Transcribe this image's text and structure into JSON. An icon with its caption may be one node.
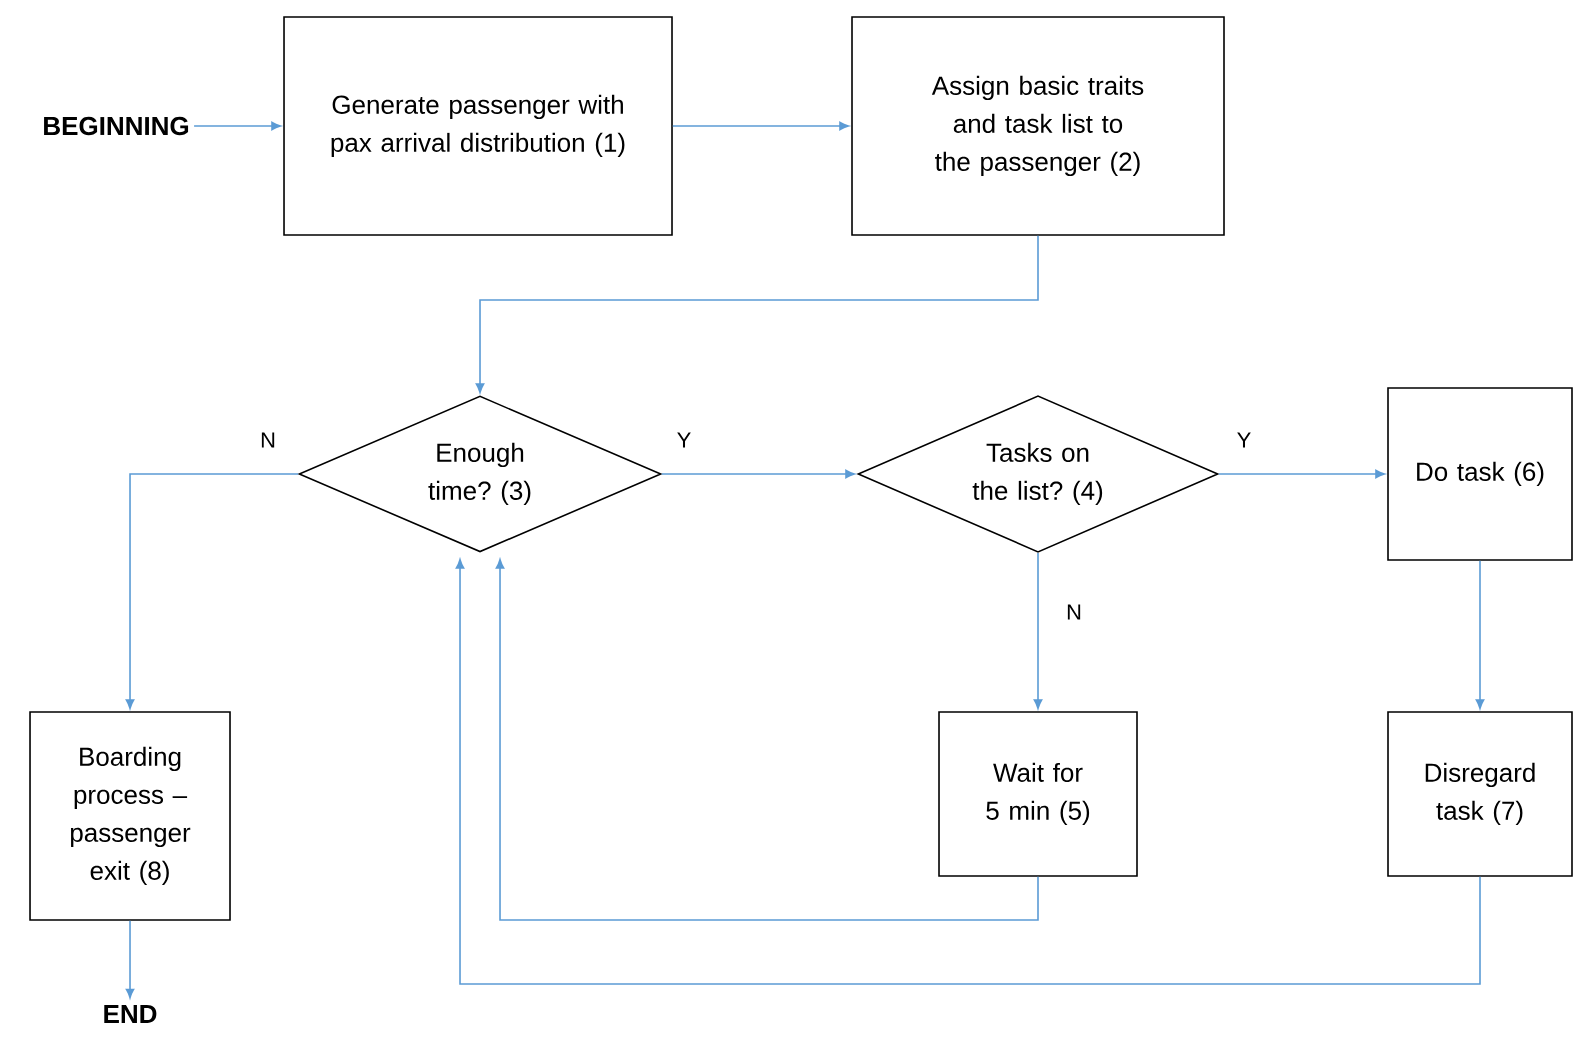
{
  "diagram": {
    "nodes": [
      {
        "text": [
          "BEGINNING"
        ]
      },
      {
        "text": [
          "Generate passenger with pax arrival distribution (1)"
        ]
      },
      {
        "text": [
          "Assign basic traits and task list to the passenger (2)"
        ]
      },
      {
        "text": [
          "Enough time? (3)"
        ]
      },
      {
        "text": [
          "Tasks on the list? (4)"
        ]
      },
      {
        "text": [
          "Do task (6)"
        ]
      },
      {
        "text": [
          "Wait for 5 min (5)"
        ]
      },
      {
        "text": [
          "Disregard task (7)"
        ]
      },
      {
        "text": [
          "Boarding process – passenger exit (8)"
        ]
      },
      {
        "text": [
          "END"
        ]
      }
    ],
    "edges": [
      {
        "from": 0,
        "to": 1,
        "arrow": "to"
      },
      {
        "from": 1,
        "to": 2,
        "arrow": "to"
      },
      {
        "from": 2,
        "to": 3,
        "arrow": "to"
      },
      {
        "from": 3,
        "to": 4,
        "arrow": "to",
        "label": "Y"
      },
      {
        "from": 4,
        "to": 5,
        "arrow": "to",
        "label": "Y"
      },
      {
        "from": 4,
        "to": 6,
        "arrow": "to",
        "label": "N"
      },
      {
        "from": 5,
        "to": 7,
        "arrow": "to"
      },
      {
        "from": 6,
        "to": 3,
        "arrow": "to"
      },
      {
        "from": 7,
        "to": 3,
        "arrow": "to"
      },
      {
        "from": 3,
        "to": 8,
        "arrow": "to",
        "label": "N"
      },
      {
        "from": 8,
        "to": 9,
        "arrow": "to"
      }
    ]
  }
}
